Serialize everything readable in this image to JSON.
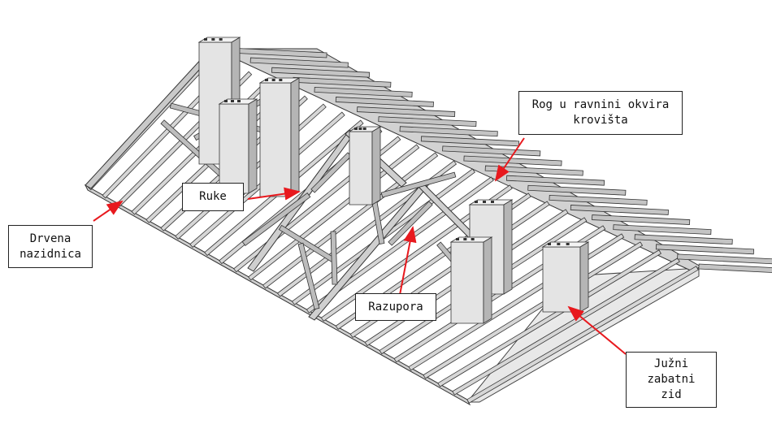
{
  "colors": {
    "arrow": "#e8191e",
    "beam_light": "#d9d9d9",
    "beam_mid": "#b8b8b8",
    "beam_dark": "#8a8a8a",
    "wall": "#e6e6e6",
    "outline": "#333333"
  },
  "labels": {
    "drvena_nazidnica": [
      "Drvena",
      "nazidnica"
    ],
    "ruke": [
      "Ruke"
    ],
    "rog": [
      "Rog u ravnini okvira",
      "krovišta"
    ],
    "razupora": [
      "Razupora"
    ],
    "juzni_zabatni_zid": [
      "Južni",
      "zabatni",
      "zid"
    ]
  }
}
